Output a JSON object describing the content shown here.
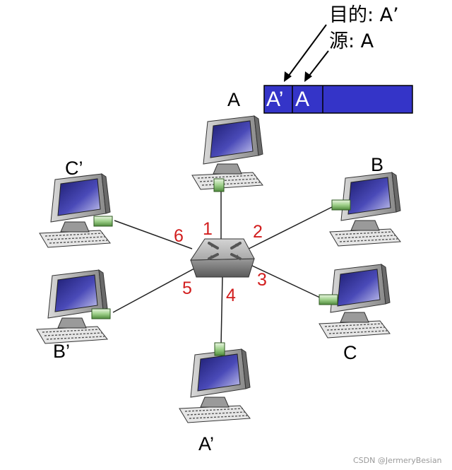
{
  "header": {
    "dest_label": "目的: A’",
    "src_label": "源: A"
  },
  "frame": {
    "dest_field": "A’",
    "src_field": "A",
    "color": "#3434c8"
  },
  "hosts": {
    "A": "A",
    "B": "B",
    "C": "C",
    "A_prime": "A’",
    "B_prime": "B’",
    "C_prime": "C’"
  },
  "ports": [
    "1",
    "2",
    "3",
    "4",
    "5",
    "6"
  ],
  "colors": {
    "port_label": "#d21e1e",
    "nic": "#7cb86a",
    "screen": "#2a2a8e"
  },
  "watermark": "CSDN @JermeryBesian"
}
